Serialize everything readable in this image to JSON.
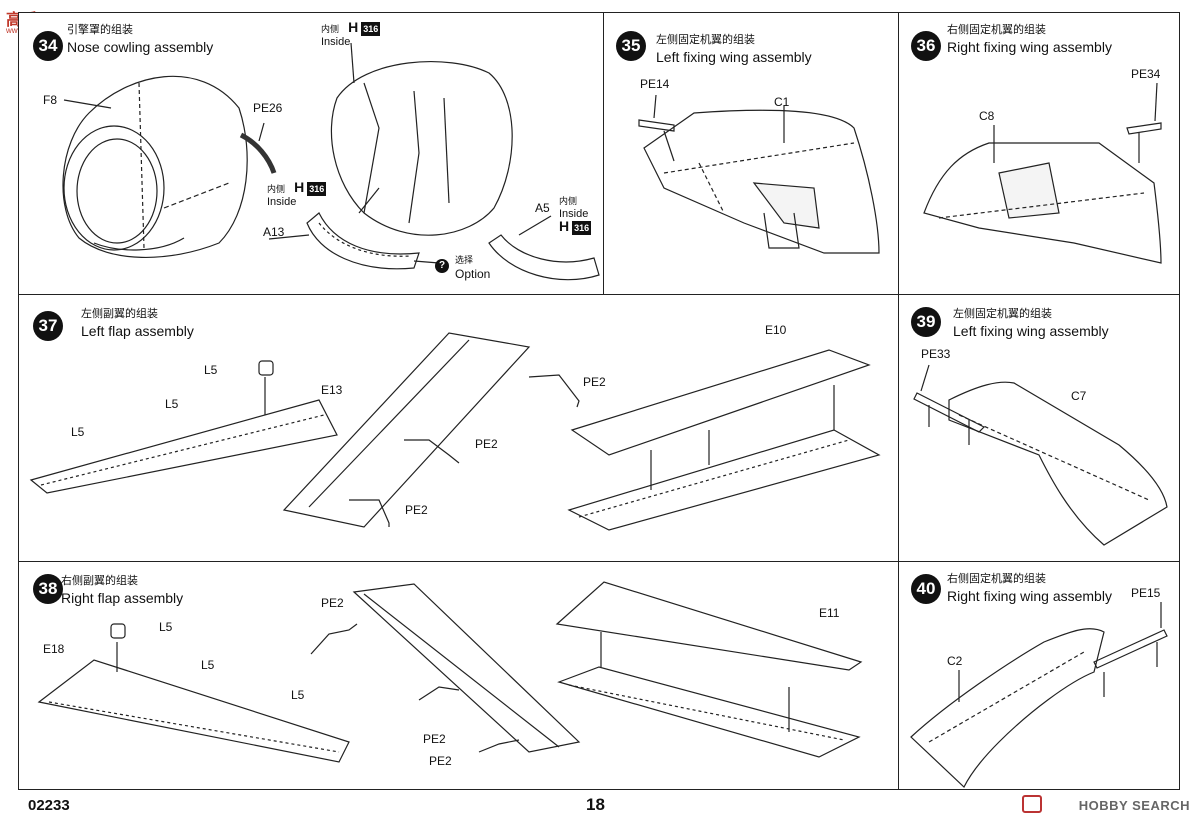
{
  "watermark": {
    "site_cn": "高手网",
    "site_url": "www.shou.com",
    "brand": "HOBBY SEARCH"
  },
  "footer": {
    "catalog_no": "02233",
    "page_no": "18"
  },
  "steps": {
    "s34": {
      "num": "34",
      "cn": "引擎罩的组装",
      "en": "Nose cowling assembly",
      "labels": {
        "f8": "F8",
        "pe26": "PE26",
        "a13": "A13",
        "a5": "A5",
        "inside1_cn": "内侧",
        "inside1_en": "Inside",
        "inside1_h": "H",
        "inside1_no": "316",
        "inside2_cn": "内侧",
        "inside2_en": "Inside",
        "inside2_h": "H",
        "inside2_no": "316",
        "inside3_cn": "内侧",
        "inside3_en": "Inside",
        "inside3_h": "H",
        "inside3_no": "316",
        "option_cn": "选择",
        "option_en": "Option",
        "option_mark": "?"
      }
    },
    "s35": {
      "num": "35",
      "cn": "左侧固定机翼的组装",
      "en": "Left fixing wing assembly",
      "labels": {
        "pe14": "PE14",
        "c1": "C1"
      }
    },
    "s36": {
      "num": "36",
      "cn": "右侧固定机翼的组装",
      "en": "Right fixing wing assembly",
      "labels": {
        "pe34": "PE34",
        "c8": "C8"
      }
    },
    "s37": {
      "num": "37",
      "cn": "左侧副翼的组装",
      "en": "Left flap assembly",
      "labels": {
        "l5a": "L5",
        "l5b": "L5",
        "l5c": "L5",
        "e13": "E13",
        "pe2a": "PE2",
        "pe2b": "PE2",
        "pe2c": "PE2",
        "e10": "E10"
      }
    },
    "s38": {
      "num": "38",
      "cn": "右侧副翼的组装",
      "en": "Right flap assembly",
      "labels": {
        "l5a": "L5",
        "l5b": "L5",
        "l5c": "L5",
        "e18": "E18",
        "pe2a": "PE2",
        "pe2b": "PE2",
        "pe2c": "PE2",
        "e11": "E11"
      }
    },
    "s39": {
      "num": "39",
      "cn": "左侧固定机翼的组装",
      "en": "Left fixing wing assembly",
      "labels": {
        "pe33": "PE33",
        "c7": "C7"
      }
    },
    "s40": {
      "num": "40",
      "cn": "右侧固定机翼的组装",
      "en": "Right fixing wing assembly",
      "labels": {
        "pe15": "PE15",
        "c2": "C2"
      }
    }
  }
}
